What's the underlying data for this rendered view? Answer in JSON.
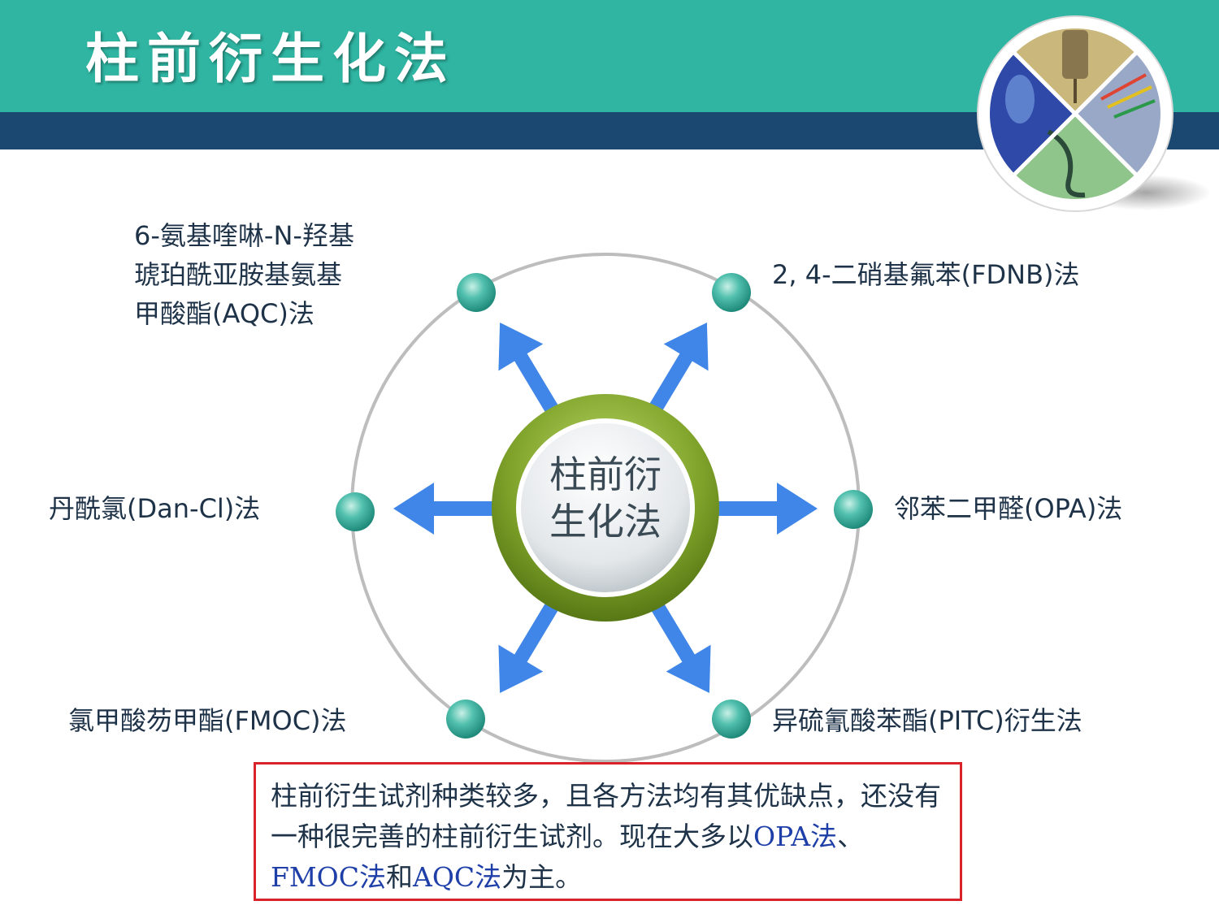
{
  "header": {
    "title": "柱前衍生化法"
  },
  "diagram": {
    "center_line1": "柱前衍",
    "center_line2": "生化法",
    "methods": {
      "top_left": "6-氨基喹啉-N-羟基\n琥珀酰亚胺基氨基\n甲酸酯(AQC)法",
      "top_right": "2, 4-二硝基氟苯(FDNB)法",
      "left": "丹酰氯(Dan-Cl)法",
      "right": "邻苯二甲醛(OPA)法",
      "bottom_left": "氯甲酸芴甲酯(FMOC)法",
      "bottom_right": "异硫氰酸苯酯(PITC)衍生法"
    }
  },
  "note": {
    "part1": "柱前衍生试剂种类较多，且各方法均有其优缺点，还没有一种很完善的柱前衍生试剂。现在大多以",
    "hl1": "OPA法",
    "sep1": "、",
    "hl2": "FMOC法",
    "sep2": "和",
    "hl3": "AQC法",
    "part2": "为主。"
  },
  "colors": {
    "header_teal": "#2fb5a2",
    "header_navy": "#1a4870",
    "arrow_blue": "#3f86e8",
    "node_teal": "#4db8a8",
    "hub_green": "#7fa32a",
    "note_border": "#d9232b"
  }
}
